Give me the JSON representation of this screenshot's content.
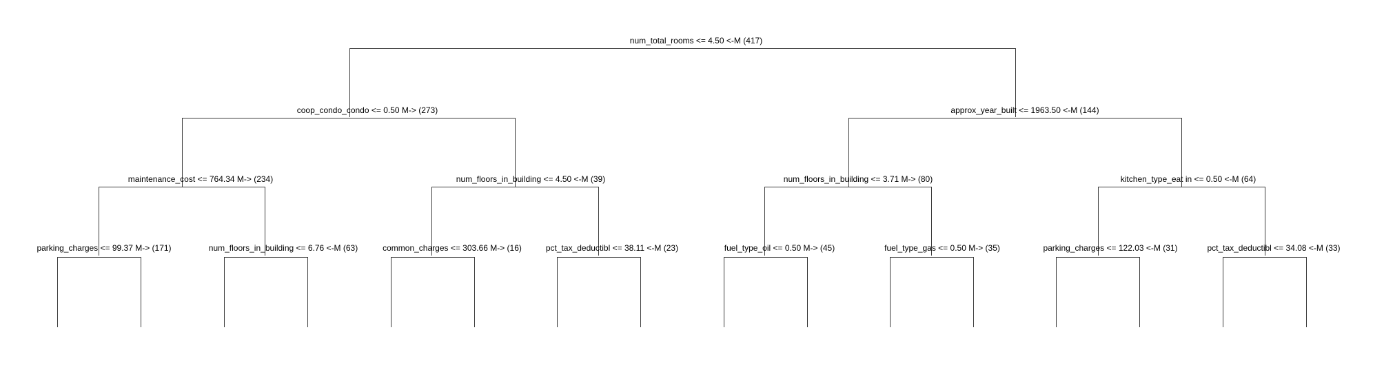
{
  "tree": {
    "nodes": [
      {
        "id": "n1",
        "label": "num_total_rooms <= 4.50 <-M (417)"
      },
      {
        "id": "n2",
        "label": "coop_condo_condo <= 0.50 M-> (273)"
      },
      {
        "id": "n3",
        "label": "approx_year_built <= 1963.50 <-M (144)"
      },
      {
        "id": "n4",
        "label": "maintenance_cost <= 764.34 M-> (234)"
      },
      {
        "id": "n5",
        "label": "num_floors_in_building <= 4.50 <-M (39)"
      },
      {
        "id": "n6",
        "label": "num_floors_in_building <= 3.71 M-> (80)"
      },
      {
        "id": "n7",
        "label": "kitchen_type_eat in <= 0.50 <-M (64)"
      },
      {
        "id": "n8",
        "label": "parking_charges <= 99.37 M-> (171)"
      },
      {
        "id": "n9",
        "label": "num_floors_in_building <= 6.76 <-M (63)"
      },
      {
        "id": "n10",
        "label": "common_charges <= 303.66 M-> (16)"
      },
      {
        "id": "n11",
        "label": "pct_tax_deductibl <= 38.11 <-M (23)"
      },
      {
        "id": "n12",
        "label": "fuel_type_oil <= 0.50 M-> (45)"
      },
      {
        "id": "n13",
        "label": "fuel_type_gas <= 0.50 M-> (35)"
      },
      {
        "id": "n14",
        "label": "parking_charges <= 122.03 <-M (31)"
      },
      {
        "id": "n15",
        "label": "pct_tax_deductibl <= 34.08 <-M (33)"
      }
    ]
  }
}
